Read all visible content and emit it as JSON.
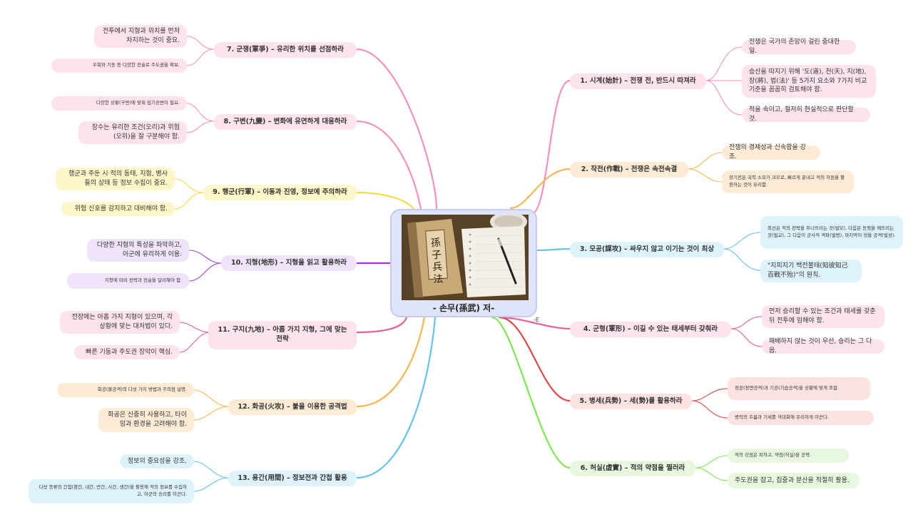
{
  "center": {
    "caption": "- 손무(孫武) 저-",
    "book_title": "孫子兵法"
  },
  "stray_mark": "-E",
  "colors": {
    "pink": "#f58fbc",
    "orange": "#f7b74f",
    "blue": "#64c3ee",
    "red": "#e24848",
    "green": "#79ea4c",
    "yellow": "#f5dc45",
    "purple": "#9b3ddb"
  },
  "branches": [
    {
      "id": 1,
      "label": "1. 시계(始計) – 전쟁 전, 반드시 따져라",
      "leaves": [
        "전쟁은 국가의 존망이 걸린 중대한 일.",
        "승산을 따지기 위해 '도(道), 천(天), 지(地), 장(將), 법(法)' 등 5가지 요소와 7가지 비교 기준을 꼼꼼히 검토해야 함.",
        "적을 속이고, 철저히 현실적으로 판단할 것."
      ]
    },
    {
      "id": 2,
      "label": "2. 작전(作戰) – 전쟁은 속전속결",
      "leaves": [
        "전쟁의 경제성과 신속함을 강조.",
        "장기전은 국력 소모가 크므로, 빠르게 끝내고 적의 자원을 활용하는 것이 유리함."
      ]
    },
    {
      "id": 3,
      "label": "3. 모공(謀攻) – 싸우지 않고 이기는 것이 최상",
      "leaves": [
        "최선은 적의 전략을 무너뜨리는 것(벌모), 다음은 동맹을 깨뜨리는 것(벌교), 그 다음이 군사적 격파(벌병), 마지막이 성을 공격(벌성).",
        "\"지피지기 백전불태(知彼知己 百戰不殆)\"의 원칙."
      ]
    },
    {
      "id": 4,
      "label": "4. 군형(軍形) – 이길 수 있는 태세부터 갖춰라",
      "leaves": [
        "먼저 승리할 수 있는 조건과 태세를 갖춘 뒤 전투에 임해야 함.",
        "패배하지 않는 것이 우선, 승리는 그 다음."
      ]
    },
    {
      "id": 5,
      "label": "5. 병세(兵勢) – 세(勢)를 활용하라",
      "leaves": [
        "정공(정면공격)과 기공(기습공격)을 상황에 맞게 조합.",
        "병력의 흐름과 기세를 극대화해 유리하게 이끈다."
      ]
    },
    {
      "id": 6,
      "label": "6. 허실(虛實) – 적의 약점을 찔러라",
      "leaves": [
        "적의 강점은 피하고, 약점(허실)을 공략.",
        "주도권을 잡고, 집중과 분산을 적절히 활용."
      ]
    },
    {
      "id": 7,
      "label": "7. 군쟁(軍爭) – 유리한 위치를 선점하라",
      "leaves": [
        "전투에서 지형과 위치를 먼저 차지하는 것이 중요.",
        "우회와 기동 등 다양한 전술로 주도권을 확보."
      ]
    },
    {
      "id": 8,
      "label": "8. 구변(九變) – 변화에 유연하게 대응하라",
      "leaves": [
        "다양한 상황(구변)에 맞춰 임기응변이 필요.",
        "장수는 유리한 조건(오리)과 위험(오위)을 잘 구분해야 함."
      ]
    },
    {
      "id": 9,
      "label": "9. 행군(行軍) – 이동과 진영, 정보에 주의하라",
      "leaves": [
        "행군과 주둔 시 적의 동태, 지형, 병사들의 상태 등 정보 수집이 중요.",
        "위험 신호를 감지하고 대비해야 함."
      ]
    },
    {
      "id": 10,
      "label": "10. 지형(地形) – 지형을 읽고 활용하라",
      "leaves": [
        "다양한 지형의 특성을 파악하고, 아군에 유리하게 이용.",
        "지형에 따라 전략과 전술을 달리해야 함."
      ]
    },
    {
      "id": 11,
      "label": "11. 구지(九地) – 아홉 가지 지형, 그에 맞는 전략",
      "leaves": [
        "전장에는 아홉 가지 지형이 있으며, 각 상황에 맞는 대처법이 있다.",
        "빠른 기동과 주도권 장악이 핵심."
      ]
    },
    {
      "id": 12,
      "label": "12. 화공(火攻) – 불을 이용한 공격법",
      "leaves": [
        "화공(불공격)의 다섯 가지 방법과 주의점 설명.",
        "화공은 신중히 사용하고, 타이밍과 환경을 고려해야 함."
      ]
    },
    {
      "id": 13,
      "label": "13. 용간(用間) – 정보전과 간첩 활용",
      "leaves": [
        "정보의 중요성을 강조.",
        "다섯 종류의 간첩(향간, 내간, 반간, 사간, 생간)을 활용해 적의 정보를 수집하고, 아군의 승리를 이끈다."
      ]
    }
  ]
}
